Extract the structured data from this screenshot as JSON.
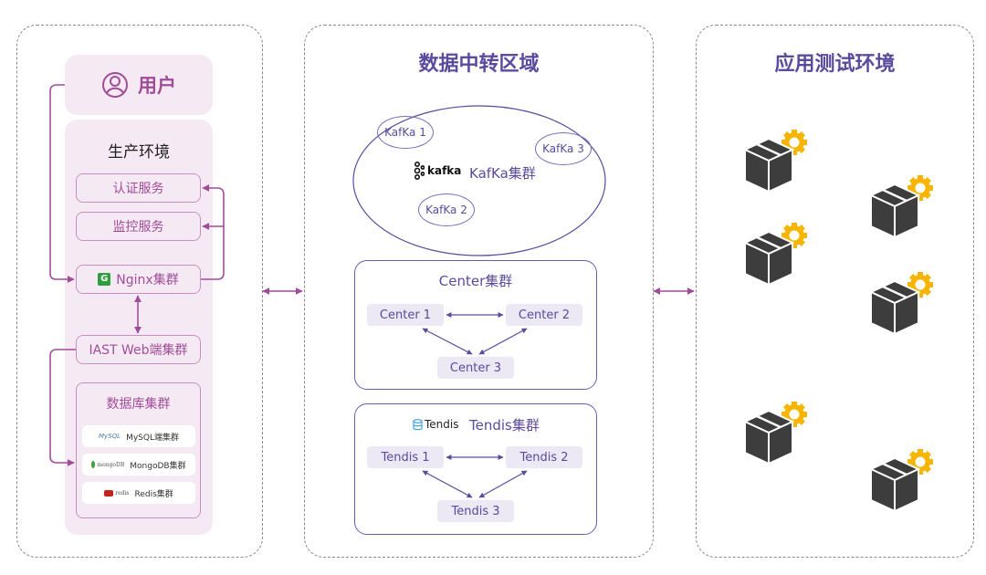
{
  "left": {
    "user_label": "用户",
    "prod_env_label": "生产环境",
    "services": [
      "认证服务",
      "监控服务"
    ],
    "nginx_label": "Nginx集群",
    "iast_label": "IAST Web端集群",
    "db_cluster": {
      "title": "数据库集群",
      "items": [
        {
          "logo": "MySQL",
          "label": "MySQL端集群"
        },
        {
          "logo": "mongoDB",
          "label": "MongoDB集群"
        },
        {
          "logo": "redis",
          "label": "Redis集群"
        }
      ]
    }
  },
  "middle": {
    "title": "数据中转区域",
    "kafka": {
      "logo_text": "kafka",
      "cluster_label": "KafKa集群",
      "nodes": [
        "KafKa 1",
        "KafKa 2",
        "KafKa 3"
      ]
    },
    "center": {
      "title": "Center集群",
      "nodes": [
        "Center 1",
        "Center 2",
        "Center 3"
      ]
    },
    "tendis": {
      "logo_text": "Tendis",
      "title": "Tendis集群",
      "nodes": [
        "Tendis 1",
        "Tendis 2",
        "Tendis 3"
      ]
    }
  },
  "right": {
    "title": "应用测试环境",
    "apps": [
      "package-gear",
      "package-gear",
      "package-gear",
      "package-gear",
      "package-gear",
      "package-gear"
    ]
  },
  "colors": {
    "accent_purple": "#5b4a9e",
    "magenta": "#a04d98",
    "gear": "#f7b500",
    "box": "#3d3d3d"
  }
}
